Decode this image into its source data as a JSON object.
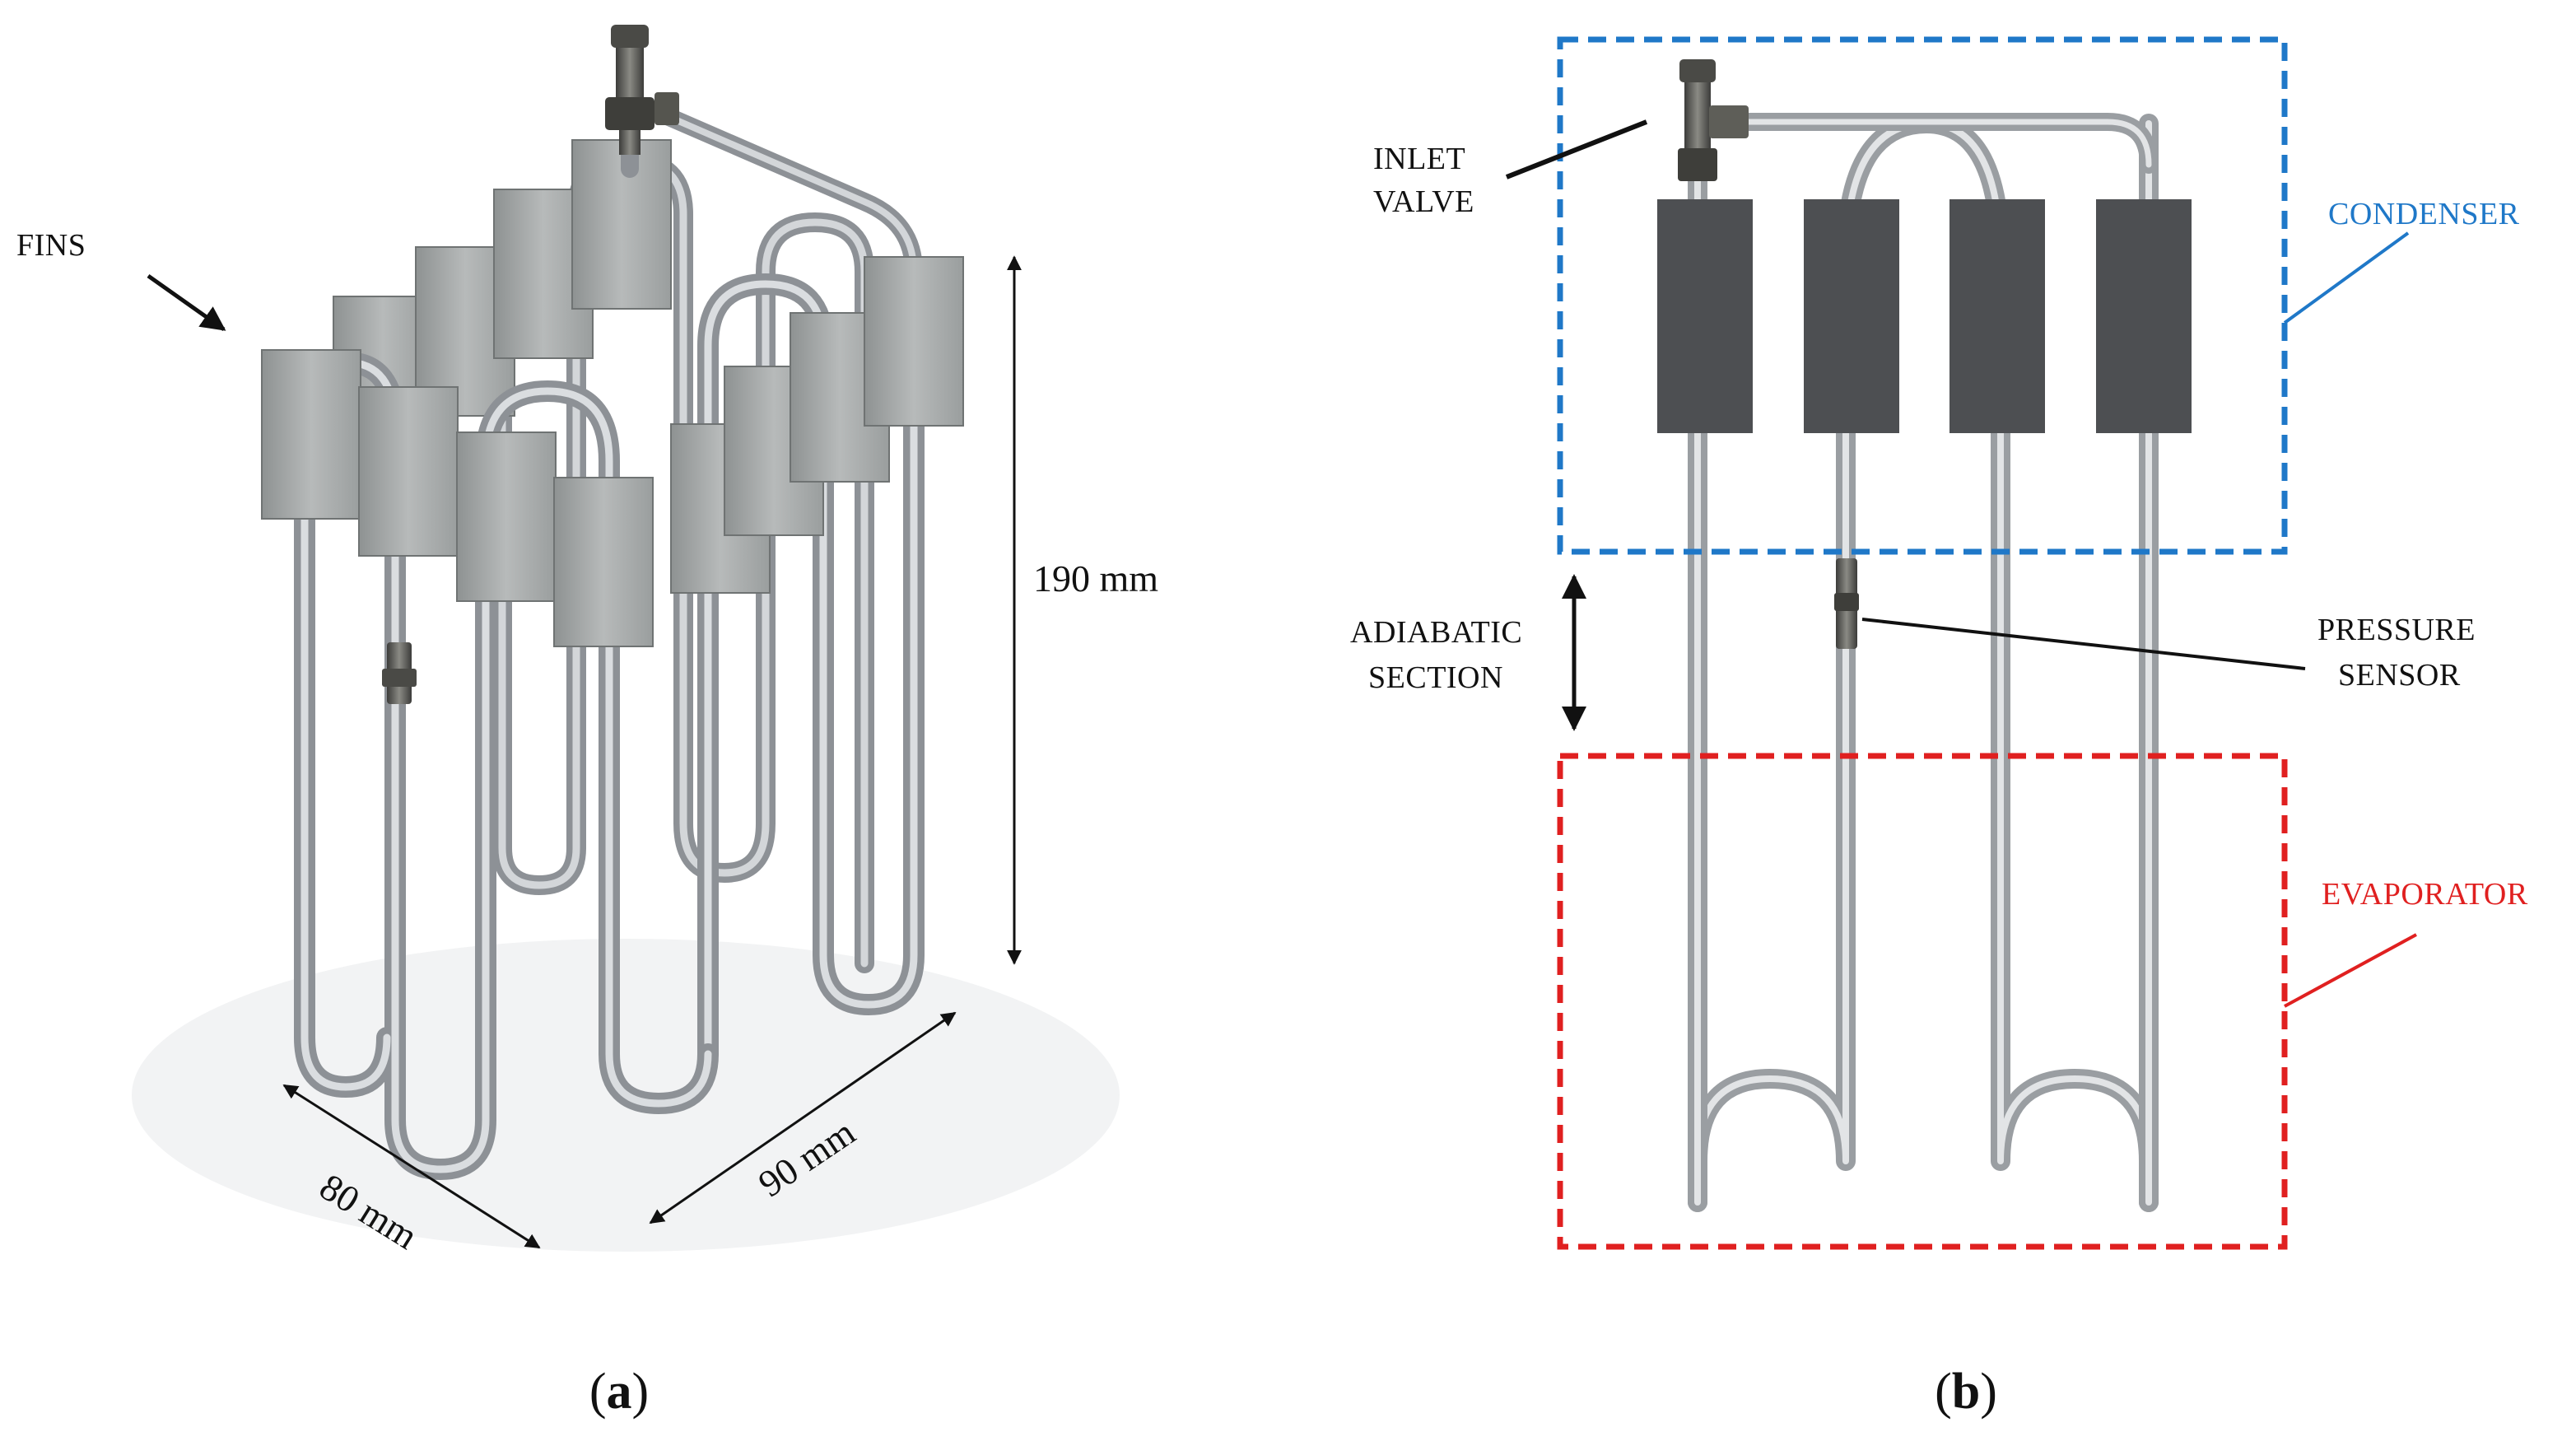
{
  "panel_a": {
    "label_fins": "FINS",
    "dim_height": "190 mm",
    "dim_width": "80 mm",
    "dim_depth": "90 mm",
    "caption_open": "(",
    "caption_letter": "a",
    "caption_close": ")"
  },
  "panel_b": {
    "label_inlet_line1": "INLET",
    "label_inlet_line2": "VALVE",
    "label_condenser": "CONDENSER",
    "label_adiabatic_line1": "ADIABATIC",
    "label_adiabatic_line2": "SECTION",
    "label_pressure_line1": "PRESSURE",
    "label_pressure_line2": "SENSOR",
    "label_evaporator": "EVAPORATOR",
    "caption_open": "(",
    "caption_letter": "b",
    "caption_close": ")"
  },
  "colors": {
    "condenser": "#1f78c8",
    "evaporator": "#e02020",
    "fin_dark": "#4a4c4e",
    "fin_light": "#a9acac",
    "tube": "#b8bcc0"
  }
}
